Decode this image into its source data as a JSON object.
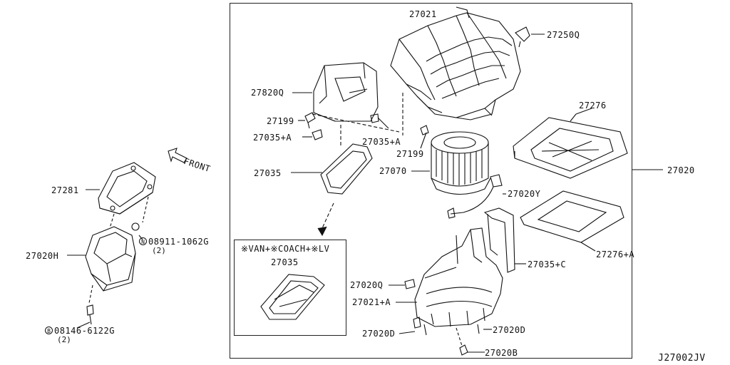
{
  "diagram_id": "J27002JV",
  "front_label": "FRONT",
  "inset": {
    "variant_label": "※VAN+※COACH+※LV",
    "part": "27035"
  },
  "parts": {
    "p27021": "27021",
    "p27250Q": "27250Q",
    "p27820Q": "27820Q",
    "p27199a": "27199",
    "p27035A_left": "27035+A",
    "p27035A_mid": "27035+A",
    "p27199b": "27199",
    "p27276": "27276",
    "p27020": "27020",
    "p27070": "27070",
    "p27035": "27035",
    "p27020Y": "27020Y",
    "p27281": "27281",
    "p08911": "08911-1062G",
    "p08911_qty": "(2)",
    "p08911_prefix": "N",
    "p27020H": "27020H",
    "p27276A": "27276+A",
    "p27035C": "27035+C",
    "p27020Q": "27020Q",
    "p27021A": "27021+A",
    "p27020D_left": "27020D",
    "p27020D_right": "27020D",
    "p27020B": "27020B",
    "p08146": "08146-6122G",
    "p08146_qty": "(2)",
    "p08146_prefix": "B"
  }
}
